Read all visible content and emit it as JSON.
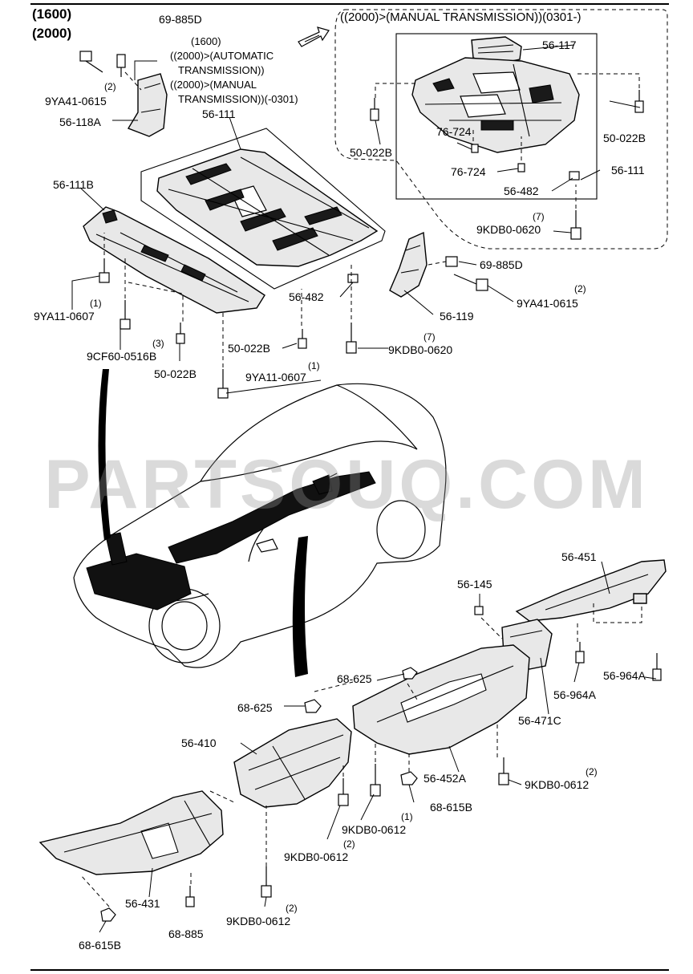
{
  "header": {
    "line1": "(1600)",
    "line2": "(2000)"
  },
  "inset_title": "((2000)>(MANUAL TRANSMISSION))(0301-)",
  "condition_note": {
    "l1": "(1600)",
    "l2": "((2000)>(AUTOMATIC",
    "l3": "TRANSMISSION))",
    "l4": "((2000)>(MANUAL",
    "l5": "TRANSMISSION))(-0301)"
  },
  "watermark": "PARTSOUQ.COM",
  "labels": {
    "p69885d_a": "69-885D",
    "p9ya41_a": "9YA41-0615",
    "q9ya41_a": "(2)",
    "p56118a": "56-118A",
    "p56111_a": "56-111",
    "p56111b": "56-111B",
    "p9ya11_a": "9YA11-0607",
    "q9ya11_a": "(1)",
    "p9cf60": "9CF60-0516B",
    "q9cf60": "(3)",
    "p50022b_a": "50-022B",
    "p9ya11_b": "9YA11-0607",
    "q9ya11_b": "(1)",
    "p50022b_b": "50-022B",
    "p56482_a": "56-482",
    "p9kdb0620_a": "9KDB0-0620",
    "q9kdb0620_a": "(7)",
    "p56119": "56-119",
    "p69885d_b": "69-885D",
    "p9ya41_b": "9YA41-0615",
    "q9ya41_b": "(2)",
    "p56117": "56-117",
    "p50022b_c": "50-022B",
    "p76724_a": "76-724",
    "p76724_b": "76-724",
    "p50022b_d": "50-022B",
    "p56111_b": "56-111",
    "p56482_b": "56-482",
    "p9kdb0620_b": "9KDB0-0620",
    "q9kdb0620_b": "(7)",
    "p56451": "56-451",
    "p56145": "56-145",
    "p56964a_a": "56-964A",
    "p56964a_b": "56-964A",
    "p68625_a": "68-625",
    "p68625_b": "68-625",
    "p56471c": "56-471C",
    "p56410": "56-410",
    "p56452a": "56-452A",
    "p9kdb0612_a": "9KDB0-0612",
    "q9kdb0612_a": "(2)",
    "p68615b_a": "68-615B",
    "q9kdb0612_b": "(1)",
    "p9kdb0612_b": "9KDB0-0612",
    "q9kdb0612_c": "(2)",
    "p9kdb0612_c": "9KDB0-0612",
    "p56431": "56-431",
    "p68885": "68-885",
    "q9kdb0612_d": "(2)",
    "p9kdb0612_d": "9KDB0-0612",
    "p68615b_b": "68-615B"
  }
}
